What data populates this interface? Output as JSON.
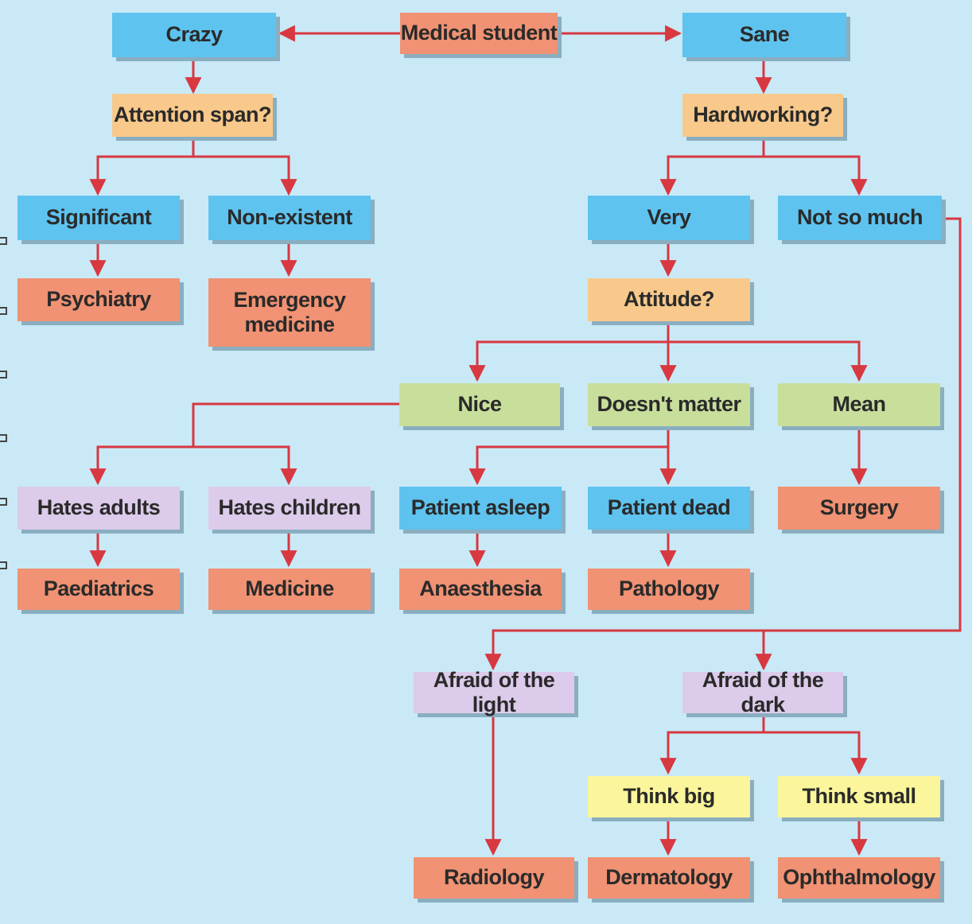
{
  "colors": {
    "background": "#c9e9f7",
    "blue": "#5ec3ef",
    "salmon": "#f09273",
    "orange": "#f8c98b",
    "green": "#c8df9c",
    "lavender": "#dccbea",
    "yellow": "#fbf59b",
    "shadow": "#8aaec0",
    "arrow": "#d83840"
  },
  "nodes": {
    "medical_student": "Medical student",
    "crazy": "Crazy",
    "sane": "Sane",
    "attention_span": "Attention span?",
    "hardworking": "Hardworking?",
    "significant": "Significant",
    "non_existent": "Non-existent",
    "very": "Very",
    "not_so_much": "Not so much",
    "psychiatry": "Psychiatry",
    "emergency_medicine_1": "Emergency",
    "emergency_medicine_2": "medicine",
    "attitude": "Attitude?",
    "nice": "Nice",
    "doesnt_matter": "Doesn't matter",
    "mean": "Mean",
    "hates_adults": "Hates adults",
    "hates_children": "Hates children",
    "patient_asleep": "Patient asleep",
    "patient_dead": "Patient dead",
    "surgery": "Surgery",
    "paediatrics": "Paediatrics",
    "medicine": "Medicine",
    "anaesthesia": "Anaesthesia",
    "pathology": "Pathology",
    "afraid_of_light": "Afraid of the light",
    "afraid_of_dark": "Afraid of the dark",
    "think_big": "Think big",
    "think_small": "Think small",
    "radiology": "Radiology",
    "dermatology": "Dermatology",
    "ophthalmology": "Ophthalmology"
  }
}
